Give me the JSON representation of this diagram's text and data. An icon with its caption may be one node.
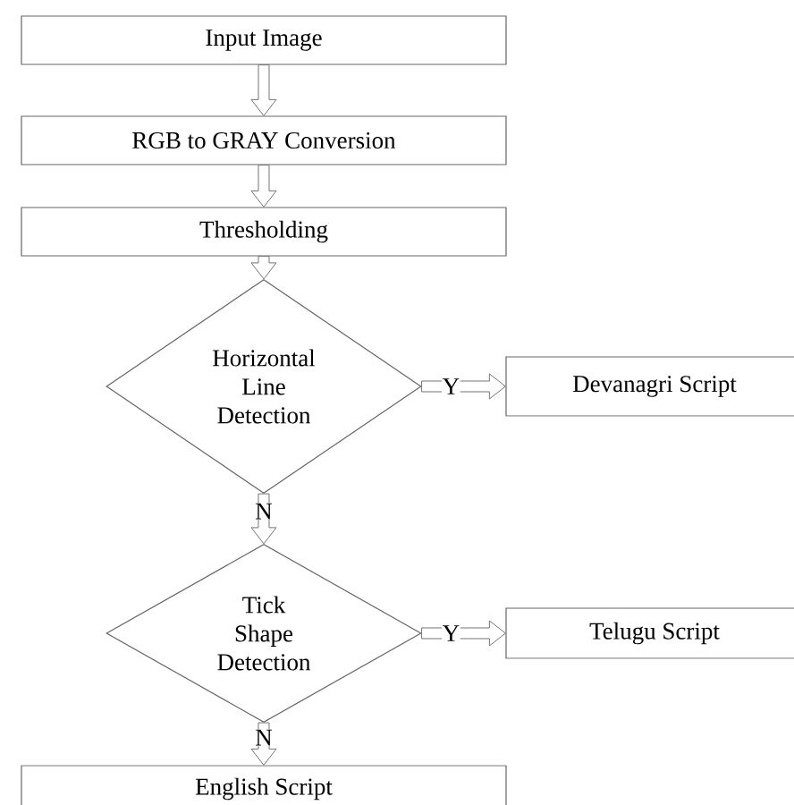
{
  "diagram": {
    "nodes": [
      {
        "text": [
          "Input Image"
        ]
      },
      {
        "text": [
          "RGB to GRAY Conversion"
        ]
      },
      {
        "text": [
          "Thresholding"
        ]
      },
      {
        "text": [
          "Horizontal Line Detection"
        ]
      },
      {
        "text": [
          "Devanagri Script"
        ]
      },
      {
        "text": [
          "Tick Shape Detection"
        ]
      },
      {
        "text": [
          "Telugu Script"
        ]
      },
      {
        "text": [
          "English Script"
        ]
      }
    ],
    "edges": [
      {
        "from": 0,
        "to": 1,
        "arrow": "to"
      },
      {
        "from": 1,
        "to": 2,
        "arrow": "to"
      },
      {
        "from": 2,
        "to": 3,
        "arrow": "to"
      },
      {
        "from": 3,
        "to": 4,
        "arrow": "to",
        "label": "Y"
      },
      {
        "from": 3,
        "to": 5,
        "arrow": "to",
        "label": "N"
      },
      {
        "from": 5,
        "to": 6,
        "arrow": "to",
        "label": "Y"
      },
      {
        "from": 5,
        "to": 7,
        "arrow": "to",
        "label": "N"
      }
    ]
  }
}
